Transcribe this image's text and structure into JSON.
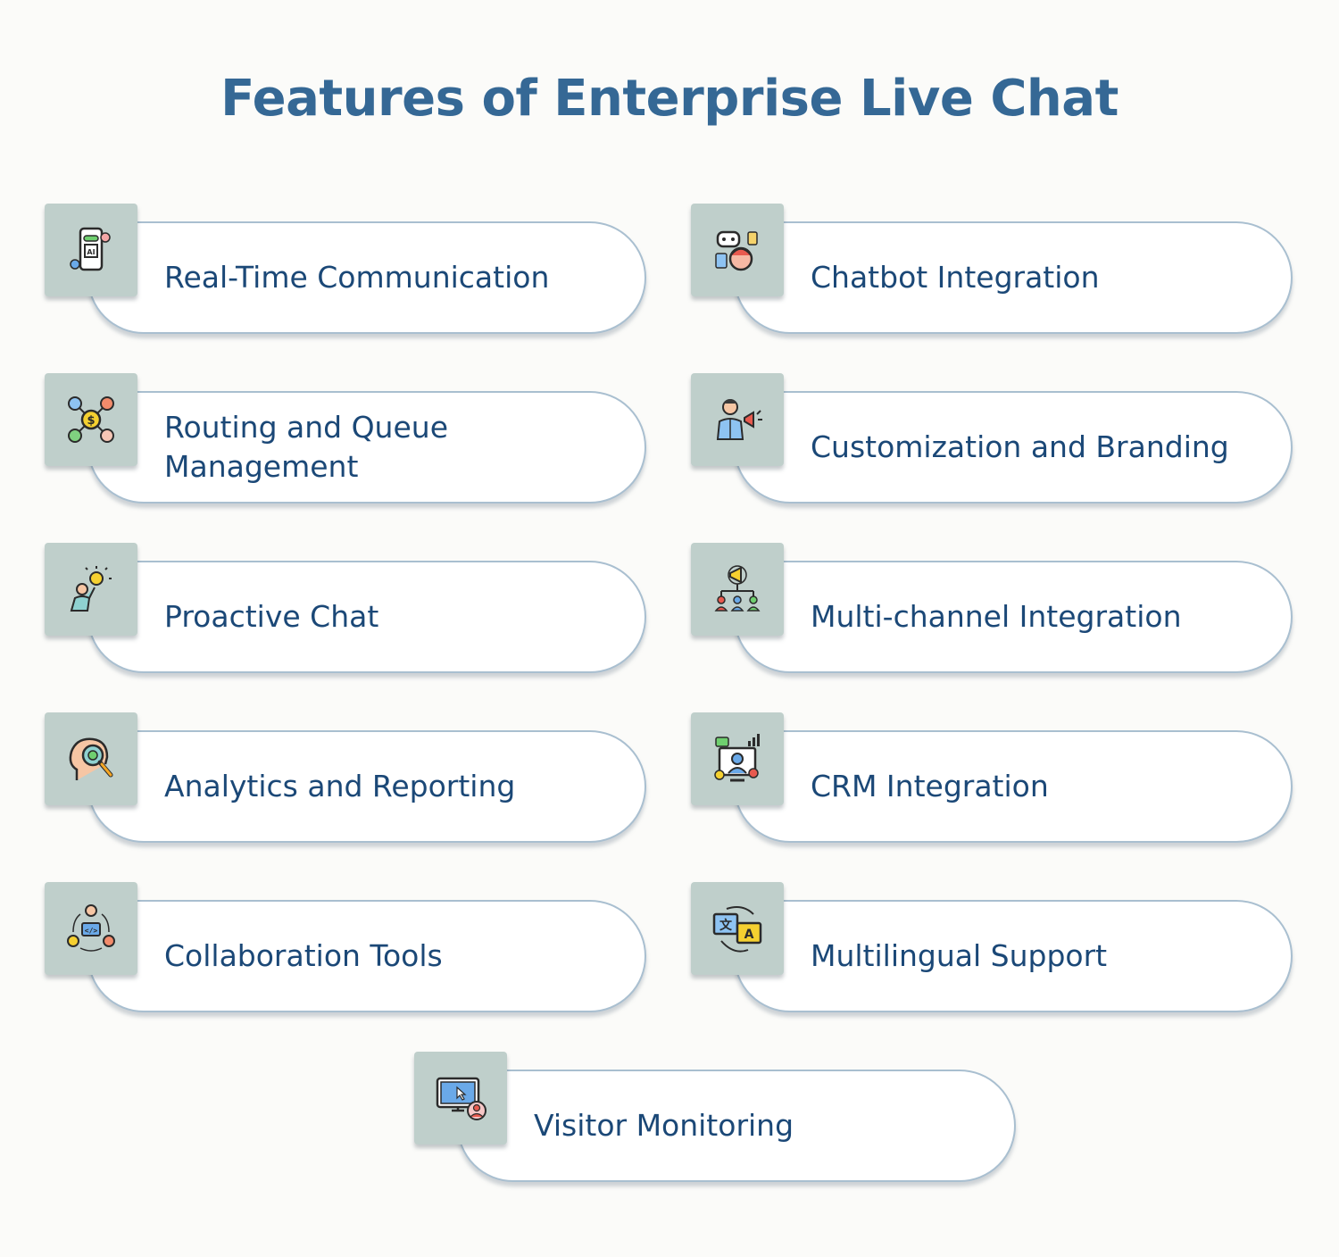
{
  "title": "Features of Enterprise Live Chat",
  "features": [
    {
      "label": "Real-Time Communication",
      "icon": "ai-phone-chat-icon"
    },
    {
      "label": "Chatbot Integration",
      "icon": "chatbot-icon"
    },
    {
      "label": "Routing and Queue Management",
      "icon": "routing-network-icon"
    },
    {
      "label": "Customization and Branding",
      "icon": "branding-megaphone-icon"
    },
    {
      "label": "Proactive Chat",
      "icon": "idea-lightbulb-icon"
    },
    {
      "label": "Multi-channel Integration",
      "icon": "multichannel-megaphone-icon"
    },
    {
      "label": "Analytics and Reporting",
      "icon": "analytics-head-search-icon"
    },
    {
      "label": "CRM Integration",
      "icon": "crm-dashboard-icon"
    },
    {
      "label": "Collaboration Tools",
      "icon": "collaboration-code-icon"
    },
    {
      "label": "Multilingual Support",
      "icon": "translation-icon"
    },
    {
      "label": "Visitor Monitoring",
      "icon": "visitor-monitor-icon"
    }
  ],
  "colors": {
    "title": "#356895",
    "label": "#1b4877",
    "icon_box": "#bfcfcb",
    "pill_border": "#a9bfd0"
  }
}
